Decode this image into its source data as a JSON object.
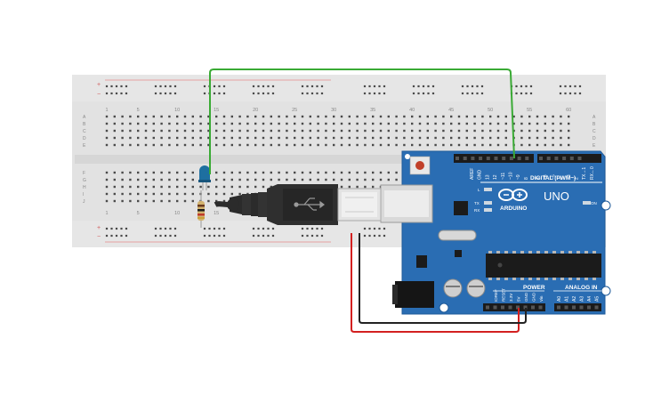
{
  "breadboard": {
    "column_numbers": [
      "1",
      "5",
      "10",
      "15",
      "20",
      "25",
      "30",
      "35",
      "40",
      "45",
      "50",
      "55",
      "60"
    ],
    "row_letters_top": [
      "A",
      "B",
      "C",
      "D",
      "E"
    ],
    "row_letters_bottom": [
      "F",
      "G",
      "H",
      "I",
      "J"
    ],
    "rail_plus": "+",
    "rail_minus": "−"
  },
  "arduino": {
    "brand": "UNO",
    "logo_text": "ARDUINO",
    "digital_header": "DIGITAL (PWM~)",
    "power_header": "POWER",
    "analog_header": "ANALOG IN",
    "on_label": "ON",
    "led_labels": [
      "L",
      "TX",
      "RX"
    ],
    "digital_pins": [
      "AREF",
      "GND",
      "13",
      "12",
      "~11",
      "~10",
      "~9",
      "8",
      "7",
      "~6",
      "~5",
      "4",
      "~3",
      "2",
      "TX→1",
      "RX←0"
    ],
    "power_pins": [
      "IOREF",
      "RESET",
      "3.3V",
      "5V",
      "GND",
      "GND",
      "Vin"
    ],
    "analog_pins": [
      "A0",
      "A1",
      "A2",
      "A3",
      "A4",
      "A5"
    ]
  },
  "colors": {
    "breadboard": "#e2e2e2",
    "board": "#2a6db3",
    "wire_signal": "#3aaa35",
    "wire_power": "#d32020",
    "wire_ground": "#222222",
    "led": "#1e6fa0",
    "usb_cable": "#2b2b2b"
  }
}
